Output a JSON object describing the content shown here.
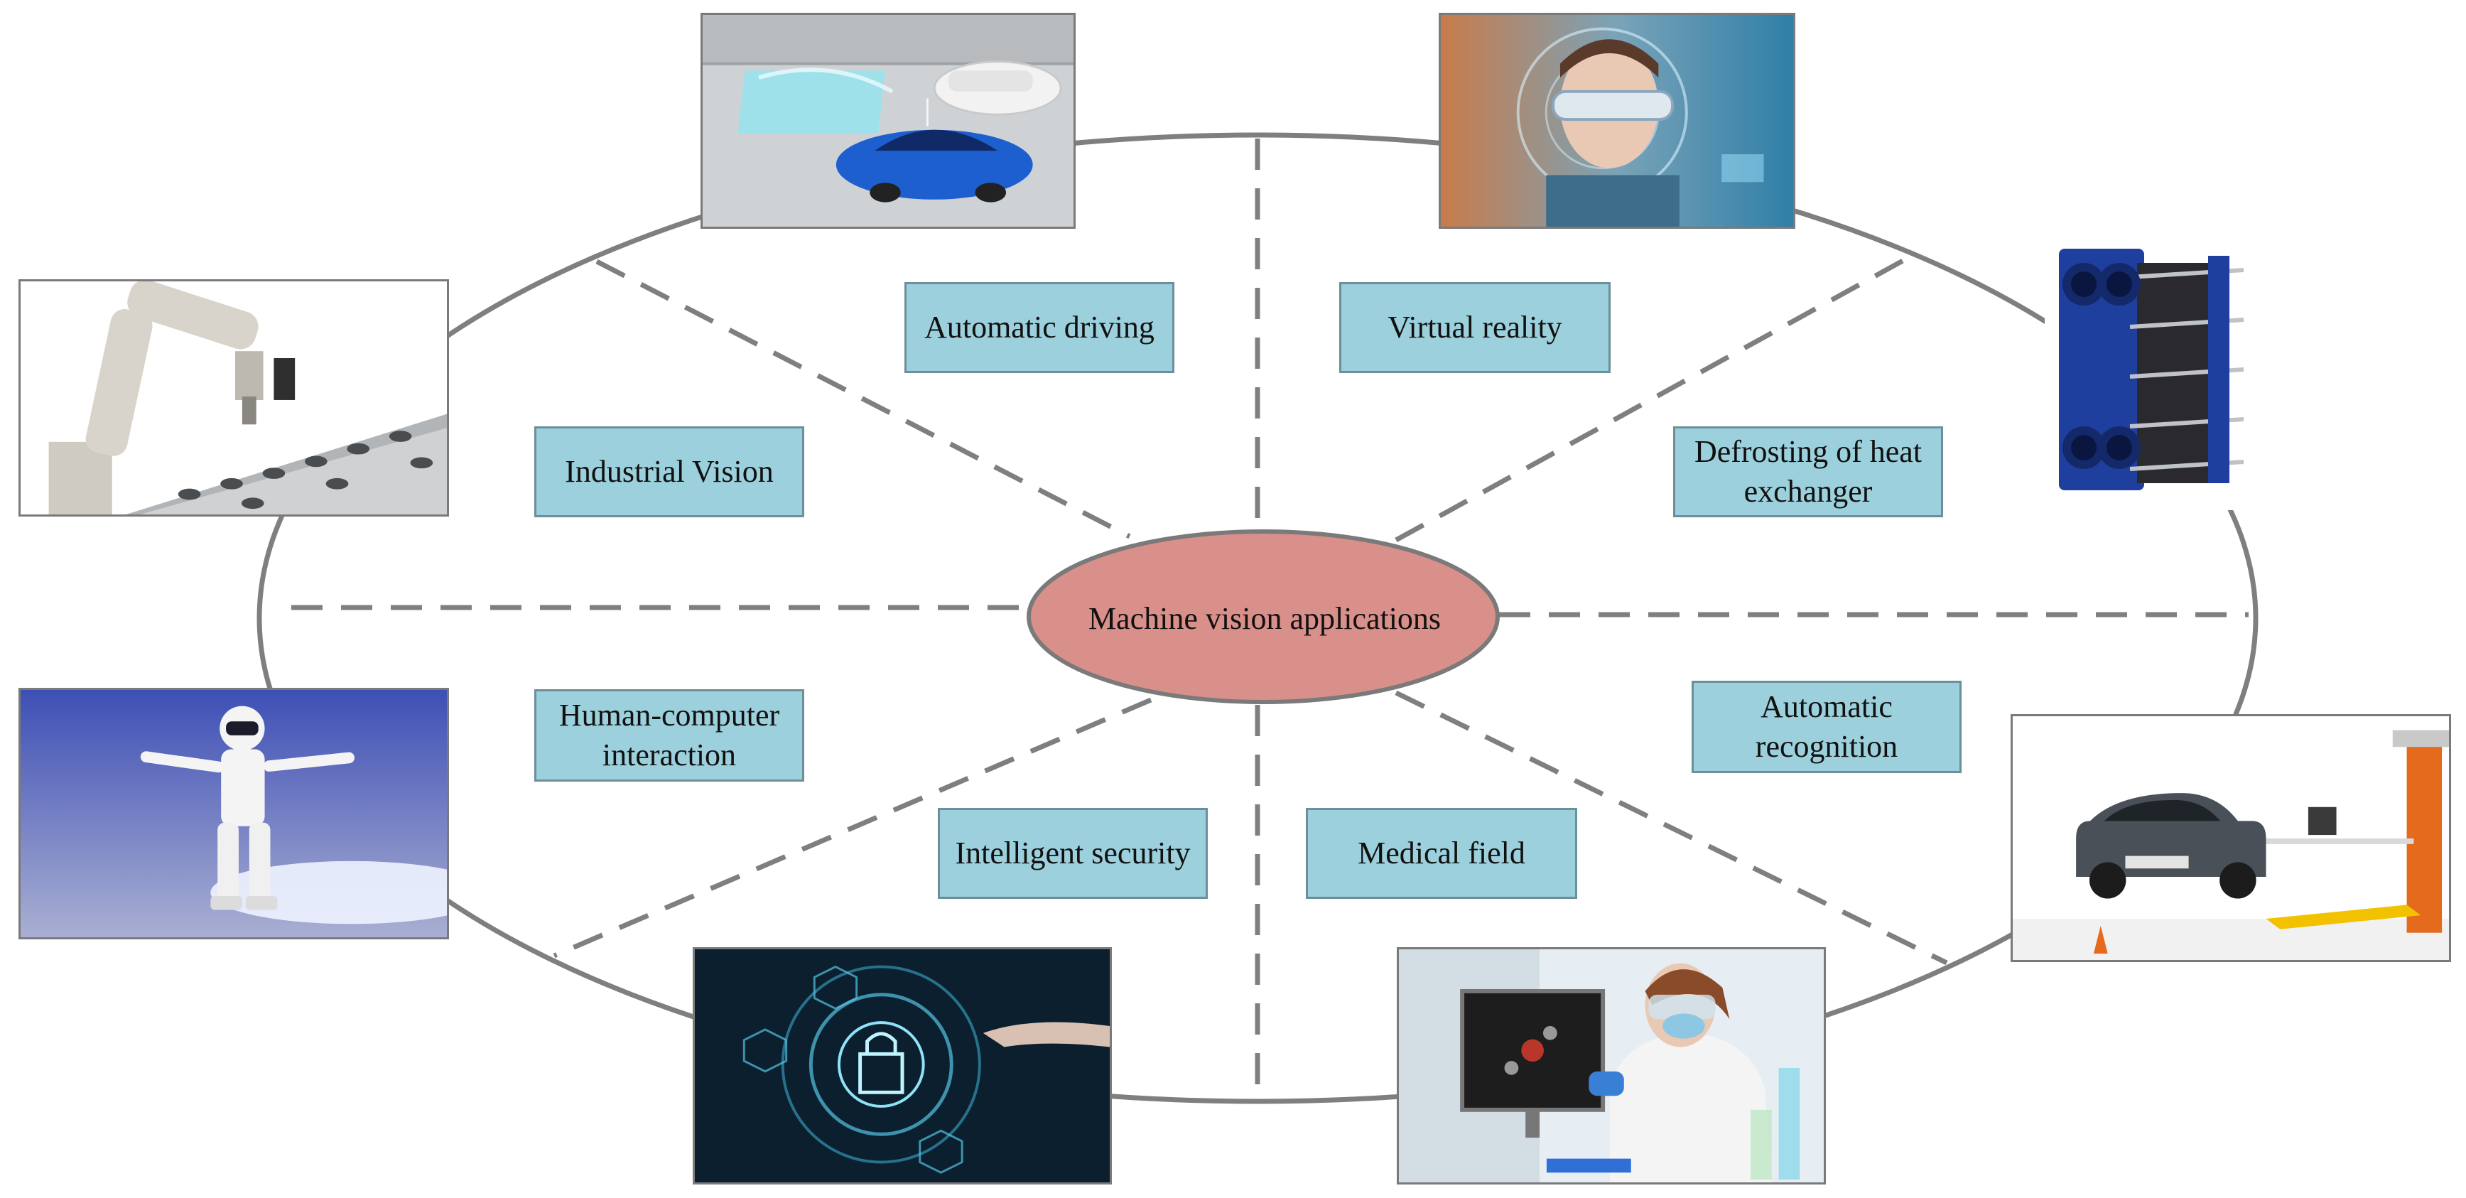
{
  "center": {
    "label": "Machine vision applications"
  },
  "applications": {
    "automatic_driving": "Automatic driving",
    "virtual_reality": "Virtual reality",
    "industrial_vision": "Industrial Vision",
    "defrosting": "Defrosting of heat exchanger",
    "human_computer": "Human-computer interaction",
    "automatic_recognition": "Automatic recognition",
    "intelligent_security": "Intelligent security",
    "medical_field": "Medical field"
  },
  "colors": {
    "box_fill": "#9cd0dc",
    "center_fill": "#d98f8a",
    "lines": "#7f7f7f"
  },
  "images": [
    "self-parking-car-photo",
    "vr-headset-woman-photo",
    "industrial-robot-arm-photo",
    "plate-heat-exchanger-photo",
    "humanoid-robot-photo",
    "license-plate-gate-photo",
    "cyber-security-lock-photo",
    "medical-lab-scientist-photo"
  ]
}
